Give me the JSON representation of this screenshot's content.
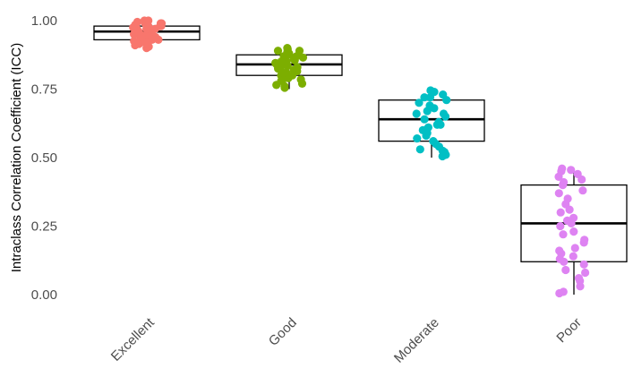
{
  "chart_data": {
    "type": "boxplot",
    "ylabel": "Intraclass Correlation Coefficient (ICC)",
    "xlabel": "",
    "ylim": [
      -0.02,
      1.04
    ],
    "yticks": [
      {
        "value": 0.0,
        "label": "0.00"
      },
      {
        "value": 0.25,
        "label": "0.25"
      },
      {
        "value": 0.5,
        "label": "0.50"
      },
      {
        "value": 0.75,
        "label": "0.75"
      },
      {
        "value": 1.0,
        "label": "1.00"
      }
    ],
    "grid": false,
    "legend": "none",
    "categories": [
      "Excellent",
      "Good",
      "Moderate",
      "Poor"
    ],
    "boxes": [
      {
        "category": "Excellent",
        "color": "#F8766D",
        "min": 0.9,
        "q1": 0.93,
        "median": 0.96,
        "q3": 0.98,
        "max": 1.0
      },
      {
        "category": "Good",
        "color": "#7CAE00",
        "min": 0.75,
        "q1": 0.8,
        "median": 0.84,
        "q3": 0.875,
        "max": 0.9
      },
      {
        "category": "Moderate",
        "color": "#00BFC4",
        "min": 0.5,
        "q1": 0.56,
        "median": 0.64,
        "q3": 0.71,
        "max": 0.75
      },
      {
        "category": "Poor",
        "color": "#DE83F2",
        "min": 0.0,
        "q1": 0.12,
        "median": 0.26,
        "q3": 0.4,
        "max": 0.46
      }
    ],
    "points": [
      {
        "category": "Excellent",
        "values": [
          0.9,
          0.905,
          0.91,
          0.915,
          0.92,
          0.92,
          0.925,
          0.93,
          0.93,
          0.935,
          0.94,
          0.94,
          0.945,
          0.95,
          0.95,
          0.955,
          0.96,
          0.96,
          0.965,
          0.97,
          0.97,
          0.975,
          0.98,
          0.98,
          0.985,
          0.99,
          0.99,
          0.995,
          1.0,
          1.0,
          0.93,
          0.95,
          0.97,
          0.99,
          0.92,
          0.96,
          0.98,
          0.94,
          0.96,
          0.97
        ]
      },
      {
        "category": "Good",
        "values": [
          0.755,
          0.76,
          0.765,
          0.77,
          0.78,
          0.785,
          0.79,
          0.8,
          0.8,
          0.81,
          0.815,
          0.82,
          0.825,
          0.83,
          0.835,
          0.84,
          0.845,
          0.85,
          0.855,
          0.86,
          0.865,
          0.87,
          0.875,
          0.88,
          0.885,
          0.89,
          0.895,
          0.9,
          0.81,
          0.85,
          0.87,
          0.89,
          0.78,
          0.83
        ]
      },
      {
        "category": "Moderate",
        "values": [
          0.505,
          0.51,
          0.52,
          0.525,
          0.54,
          0.55,
          0.56,
          0.57,
          0.58,
          0.59,
          0.6,
          0.61,
          0.62,
          0.63,
          0.64,
          0.65,
          0.66,
          0.67,
          0.68,
          0.69,
          0.7,
          0.71,
          0.72,
          0.73,
          0.74,
          0.745,
          0.53,
          0.62,
          0.66,
          0.72
        ]
      },
      {
        "category": "Poor",
        "values": [
          0.005,
          0.01,
          0.03,
          0.05,
          0.06,
          0.08,
          0.09,
          0.11,
          0.12,
          0.13,
          0.15,
          0.16,
          0.17,
          0.19,
          0.2,
          0.22,
          0.23,
          0.25,
          0.27,
          0.28,
          0.3,
          0.31,
          0.33,
          0.35,
          0.38,
          0.4,
          0.41,
          0.43,
          0.44,
          0.45,
          0.455,
          0.46,
          0.14,
          0.26,
          0.37,
          0.42
        ]
      }
    ]
  }
}
